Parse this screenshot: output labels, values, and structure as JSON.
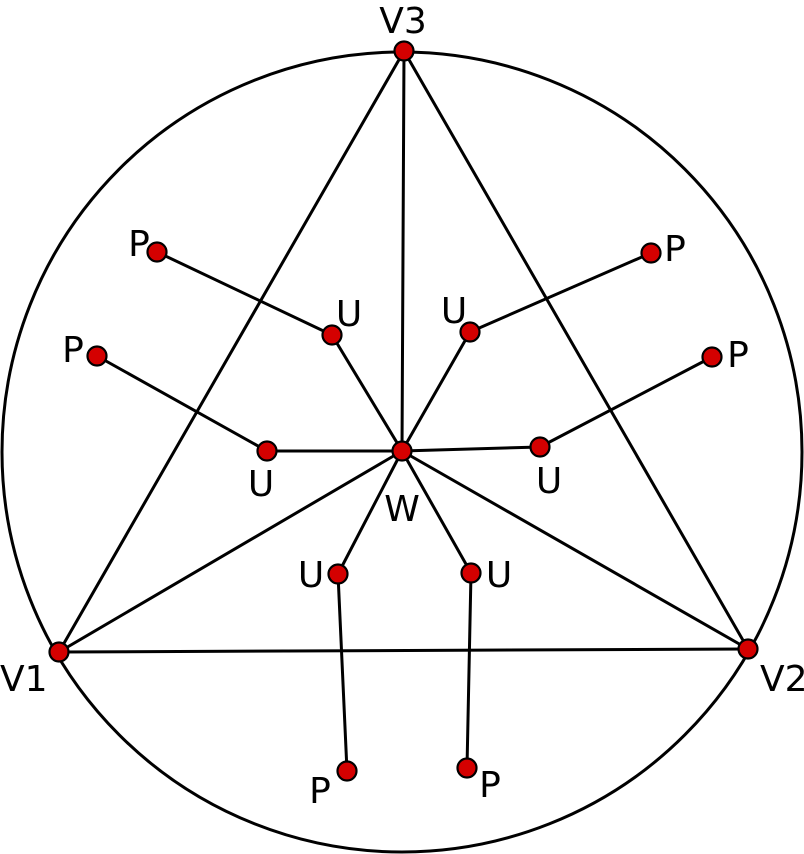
{
  "colors": {
    "node_fill": "#d40000",
    "stroke": "#000000",
    "background": "#ffffff"
  },
  "nodes": [
    {
      "id": "V1",
      "label": "V1"
    },
    {
      "id": "V2",
      "label": "V2"
    },
    {
      "id": "V3",
      "label": "V3"
    },
    {
      "id": "W",
      "label": "W"
    },
    {
      "id": "U_upper_left",
      "label": "U"
    },
    {
      "id": "U_upper_right",
      "label": "U"
    },
    {
      "id": "U_left",
      "label": "U"
    },
    {
      "id": "U_right",
      "label": "U"
    },
    {
      "id": "U_lower_left",
      "label": "U"
    },
    {
      "id": "U_lower_right",
      "label": "U"
    },
    {
      "id": "P_upper_left",
      "label": "P"
    },
    {
      "id": "P_upper_right",
      "label": "P"
    },
    {
      "id": "P_left",
      "label": "P"
    },
    {
      "id": "P_right",
      "label": "P"
    },
    {
      "id": "P_lower_left",
      "label": "P"
    },
    {
      "id": "P_lower_right",
      "label": "P"
    }
  ],
  "edges": [
    {
      "from": "V1",
      "to": "V2"
    },
    {
      "from": "V2",
      "to": "V3"
    },
    {
      "from": "V3",
      "to": "V1"
    },
    {
      "from": "V1",
      "to": "W"
    },
    {
      "from": "V2",
      "to": "W"
    },
    {
      "from": "V3",
      "to": "W"
    },
    {
      "from": "W",
      "to": "U_upper_left"
    },
    {
      "from": "W",
      "to": "U_upper_right"
    },
    {
      "from": "W",
      "to": "U_left"
    },
    {
      "from": "W",
      "to": "U_right"
    },
    {
      "from": "W",
      "to": "U_lower_left"
    },
    {
      "from": "W",
      "to": "U_lower_right"
    },
    {
      "from": "U_upper_left",
      "to": "P_upper_left"
    },
    {
      "from": "U_upper_right",
      "to": "P_upper_right"
    },
    {
      "from": "U_left",
      "to": "P_left"
    },
    {
      "from": "U_right",
      "to": "P_right"
    },
    {
      "from": "U_lower_left",
      "to": "P_lower_left"
    },
    {
      "from": "U_lower_right",
      "to": "P_lower_right"
    }
  ]
}
